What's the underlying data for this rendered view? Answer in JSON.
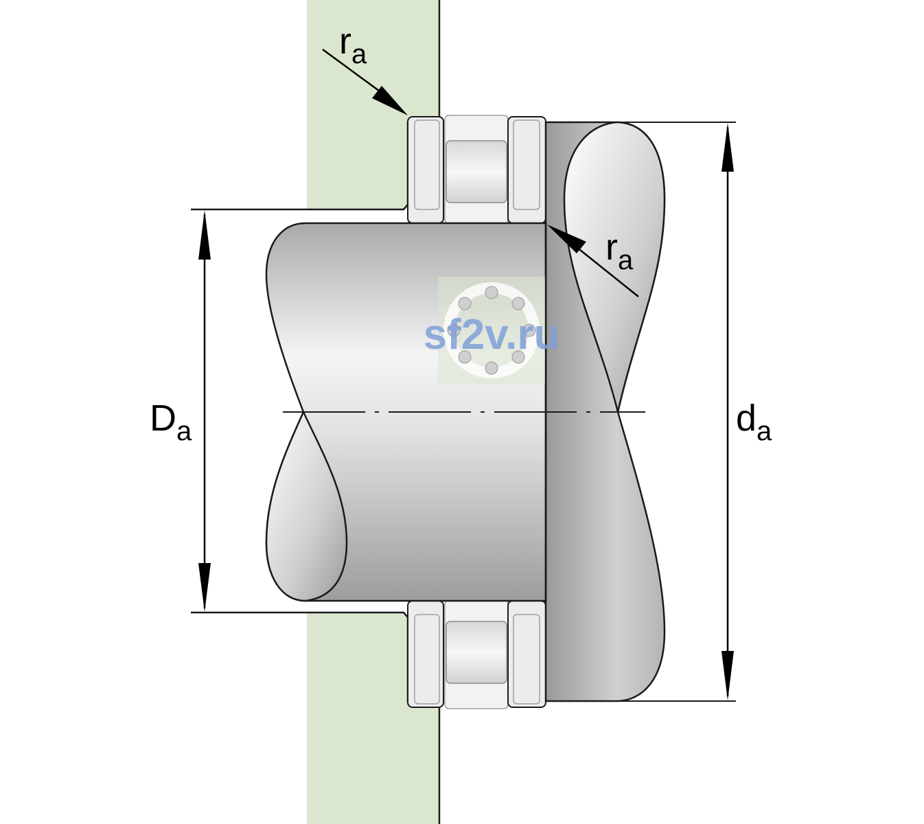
{
  "labels": {
    "ra_top": {
      "main": "r",
      "sub": "a"
    },
    "ra_right": {
      "main": "r",
      "sub": "a"
    },
    "Da": {
      "main": "D",
      "sub": "a"
    },
    "da": {
      "main": "d",
      "sub": "a"
    }
  },
  "watermark": {
    "text": "sf2v.ru"
  },
  "colors": {
    "housing": "#dbe6cf",
    "metal_light": "#f2f2f2",
    "metal_dark": "#a6a6a6",
    "ring": "#ececec",
    "outline": "#1a1a1a",
    "watermark": "#7f9fd8"
  }
}
